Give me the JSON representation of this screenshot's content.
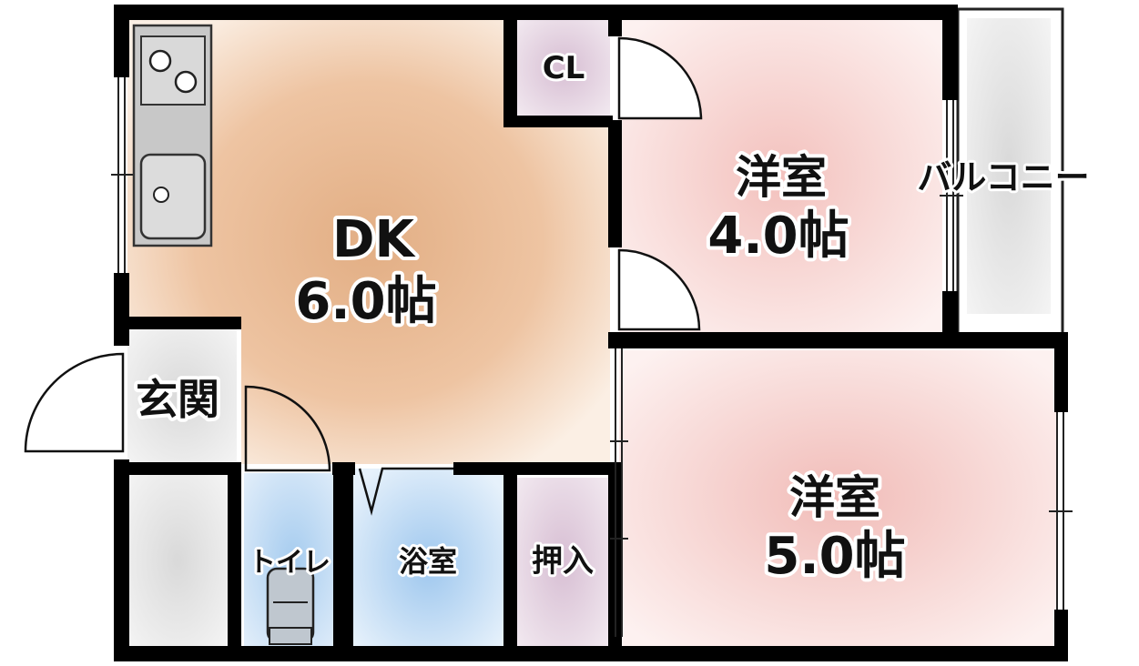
{
  "floorplan": {
    "dk": {
      "name": "DK",
      "size": "6.0帖"
    },
    "western_room_1": {
      "name": "洋室",
      "size": "4.0帖"
    },
    "western_room_2": {
      "name": "洋室",
      "size": "5.0帖"
    },
    "closet": "CL",
    "balcony": "バルコニー",
    "entrance": "玄関",
    "toilet": "トイレ",
    "bathroom": "浴室",
    "oshiire": "押入"
  },
  "colors": {
    "dk_fill": "#e4b48c",
    "western_room_fill": "#f4c6c2",
    "closet_fill": "#d8c2d4",
    "wet_area_fill": "#a9cdef",
    "balcony_fill": "#e6e6e6",
    "wall": "#000000"
  }
}
